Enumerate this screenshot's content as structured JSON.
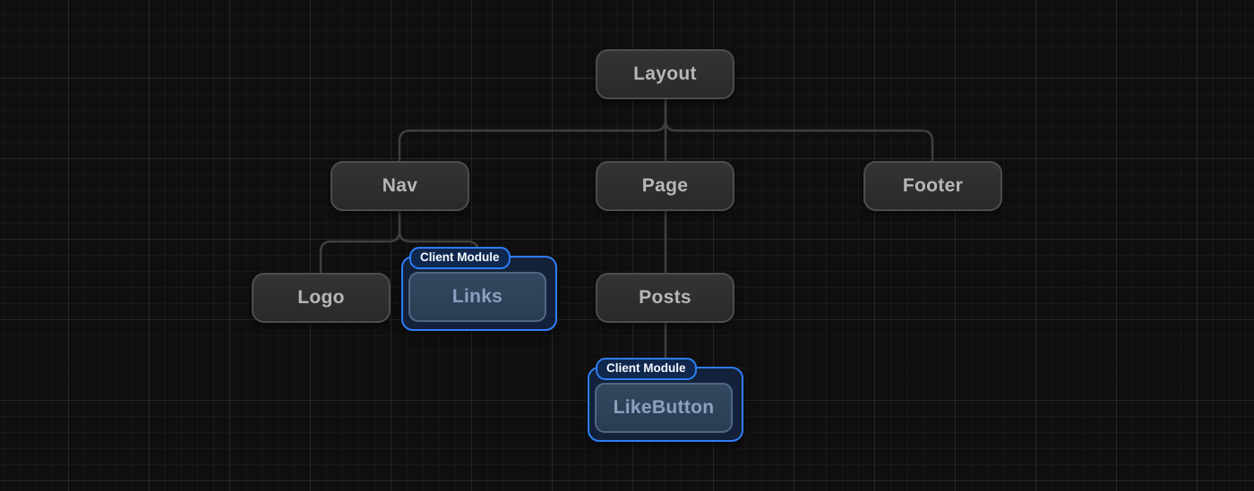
{
  "diagram": {
    "description": "React Server Components tree with client module boundaries",
    "nodes": {
      "layout": {
        "label": "Layout"
      },
      "nav": {
        "label": "Nav"
      },
      "page": {
        "label": "Page"
      },
      "footer": {
        "label": "Footer"
      },
      "logo": {
        "label": "Logo"
      },
      "links": {
        "label": "Links",
        "badge": "Client Module"
      },
      "posts": {
        "label": "Posts"
      },
      "likebutton": {
        "label": "LikeButton",
        "badge": "Client Module"
      }
    },
    "edges": [
      {
        "from": "layout",
        "to": "nav"
      },
      {
        "from": "layout",
        "to": "page"
      },
      {
        "from": "layout",
        "to": "footer"
      },
      {
        "from": "nav",
        "to": "logo"
      },
      {
        "from": "nav",
        "to": "links"
      },
      {
        "from": "page",
        "to": "posts"
      },
      {
        "from": "posts",
        "to": "likebutton"
      }
    ],
    "colors": {
      "background": "#0f0f0f",
      "grid_line": "#1d1d1d",
      "node_fill": "#2e2e2e",
      "node_border": "#4d4d4d",
      "node_text": "#b7b7b7",
      "edge_stroke": "#404040",
      "client_accent": "#2e7ef6",
      "client_box_fill": "#14213a",
      "client_node_fill": "#2f4259",
      "client_node_text": "#8ba1c0",
      "badge_fill": "#10284e",
      "badge_text": "#f4f8ff"
    }
  }
}
